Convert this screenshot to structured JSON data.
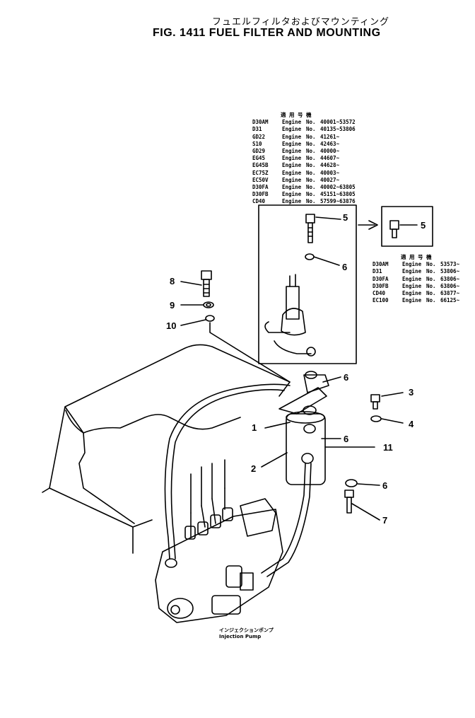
{
  "title_jp": "フュエルフィルタおよびマウンティング",
  "title": "FIG. 1411  FUEL FILTER AND MOUNTING",
  "table1": {
    "header": "適 用 号 機",
    "rows": [
      {
        "model": "D30AM",
        "engine": "Engine",
        "no": "No.",
        "serial": "40001~53572"
      },
      {
        "model": "D31",
        "engine": "Engine",
        "no": "No.",
        "serial": "40135~53806"
      },
      {
        "model": "GD22",
        "engine": "Engine",
        "no": "No.",
        "serial": "41261~"
      },
      {
        "model": "S10",
        "engine": "Engine",
        "no": "No.",
        "serial": "42463~"
      },
      {
        "model": "GD29",
        "engine": "Engine",
        "no": "No.",
        "serial": "40000~"
      },
      {
        "model": "EG45",
        "engine": "Engine",
        "no": "No.",
        "serial": "44607~"
      },
      {
        "model": "EG45B",
        "engine": "Engine",
        "no": "No.",
        "serial": "44628~"
      },
      {
        "model": "EC75Z",
        "engine": "Engine",
        "no": "No.",
        "serial": "40003~"
      },
      {
        "model": "EC50V",
        "engine": "Engine",
        "no": "No.",
        "serial": "40027~"
      },
      {
        "model": "D30FA",
        "engine": "Engine",
        "no": "No.",
        "serial": "40002~63805"
      },
      {
        "model": "D30FB",
        "engine": "Engine",
        "no": "No.",
        "serial": "45151~63805"
      },
      {
        "model": "CD40",
        "engine": "Engine",
        "no": "No.",
        "serial": "57599~63876"
      }
    ]
  },
  "table2": {
    "header": "適 用 号 機",
    "rows": [
      {
        "model": "D30AM",
        "engine": "Engine",
        "no": "No.",
        "serial": "53573~"
      },
      {
        "model": "D31",
        "engine": "Engine",
        "no": "No.",
        "serial": "53806~"
      },
      {
        "model": "D30FA",
        "engine": "Engine",
        "no": "No.",
        "serial": "63806~"
      },
      {
        "model": "D30FB",
        "engine": "Engine",
        "no": "No.",
        "serial": "63806~"
      },
      {
        "model": "CD40",
        "engine": "Engine",
        "no": "No.",
        "serial": "63877~"
      },
      {
        "model": "EC100",
        "engine": "Engine",
        "no": "No.",
        "serial": "66125~"
      }
    ]
  },
  "callouts": {
    "c1": "1",
    "c2": "2",
    "c3": "3",
    "c4": "4",
    "c5a": "5",
    "c5b": "5",
    "c6a": "6",
    "c6b": "6",
    "c6c": "6",
    "c6d": "6",
    "c7": "7",
    "c8": "8",
    "c9": "9",
    "c10": "10",
    "c11": "11"
  },
  "pump_label_jp": "インジェクションポンプ",
  "pump_label": "Injection Pump",
  "colors": {
    "ink": "#000000",
    "paper": "#ffffff"
  }
}
